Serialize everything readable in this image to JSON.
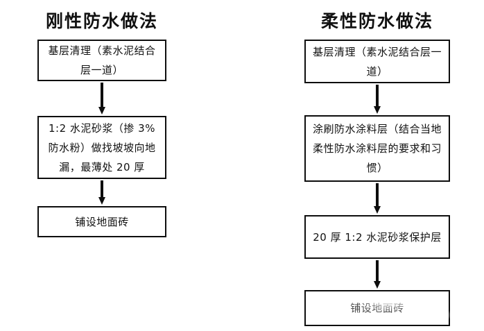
{
  "diagram": {
    "type": "flowchart",
    "background_color": "#ffffff",
    "line_color": "#0d0d0d",
    "text_color": "#111111",
    "columns": [
      {
        "id": "rigid",
        "title": "刚性防水做法",
        "nodes": [
          {
            "id": "l1",
            "label": "基层清理（素水泥结合层一道）"
          },
          {
            "id": "l2",
            "label": "1:2 水泥砂浆（掺 3%防水粉）做找坡坡向地漏，最薄处 20 厚"
          },
          {
            "id": "l3",
            "label": "铺设地面砖"
          }
        ],
        "connectors": [
          {
            "id": "arrow-l1",
            "from": "l1",
            "to": "l2",
            "shape": "down-arrow"
          },
          {
            "id": "arrow-l2",
            "from": "l2",
            "to": "l3",
            "shape": "down-arrow"
          }
        ]
      },
      {
        "id": "flexible",
        "title": "柔性防水做法",
        "nodes": [
          {
            "id": "r1",
            "label": "基层清理（素水泥结合层一道）"
          },
          {
            "id": "r2",
            "label": "涂刷防水涂料层（结合当地柔性防水涂料层的要求和习惯）"
          },
          {
            "id": "r3",
            "label": "20 厚 1:2 水泥砂浆保护层"
          },
          {
            "id": "r4",
            "label": "铺设地面砖"
          }
        ],
        "connectors": [
          {
            "id": "arrow-r1",
            "from": "r1",
            "to": "r2",
            "shape": "down-arrow"
          },
          {
            "id": "arrow-r2",
            "from": "r2",
            "to": "r3",
            "shape": "down-arrow"
          },
          {
            "id": "arrow-r3",
            "from": "r3",
            "to": "r4",
            "shape": "down-arrow"
          }
        ]
      }
    ]
  }
}
